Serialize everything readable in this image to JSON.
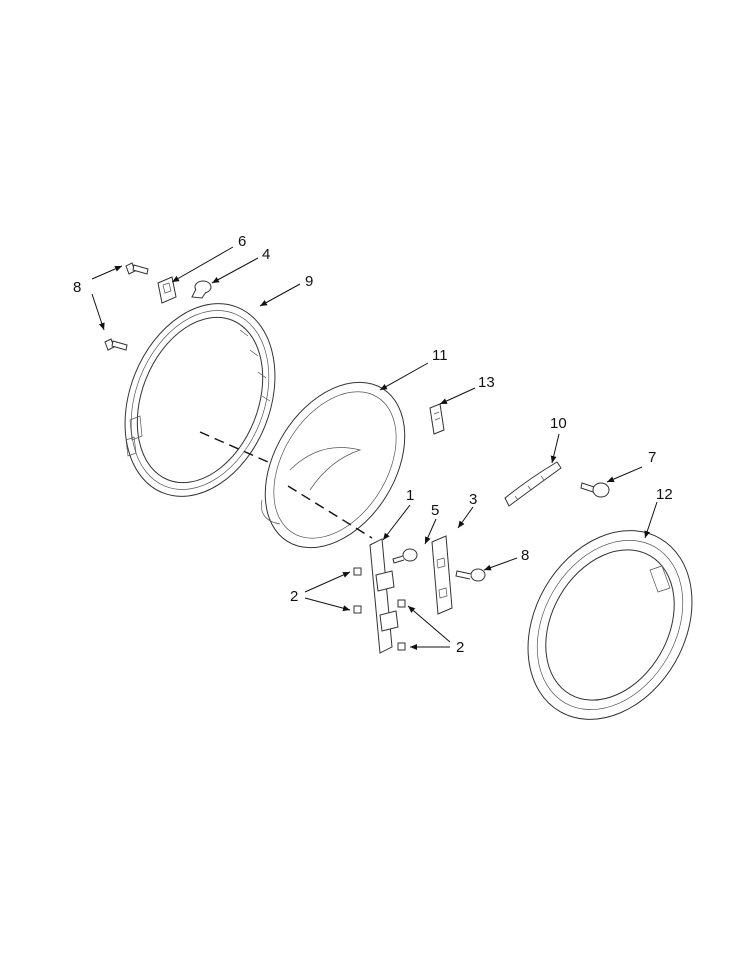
{
  "callouts": {
    "c1": "1",
    "c2a": "2",
    "c2b": "2",
    "c3": "3",
    "c4": "4",
    "c5": "5",
    "c6": "6",
    "c7": "7",
    "c8a": "8",
    "c8b": "8",
    "c9": "9",
    "c10": "10",
    "c11": "11",
    "c12": "12",
    "c13": "13"
  }
}
